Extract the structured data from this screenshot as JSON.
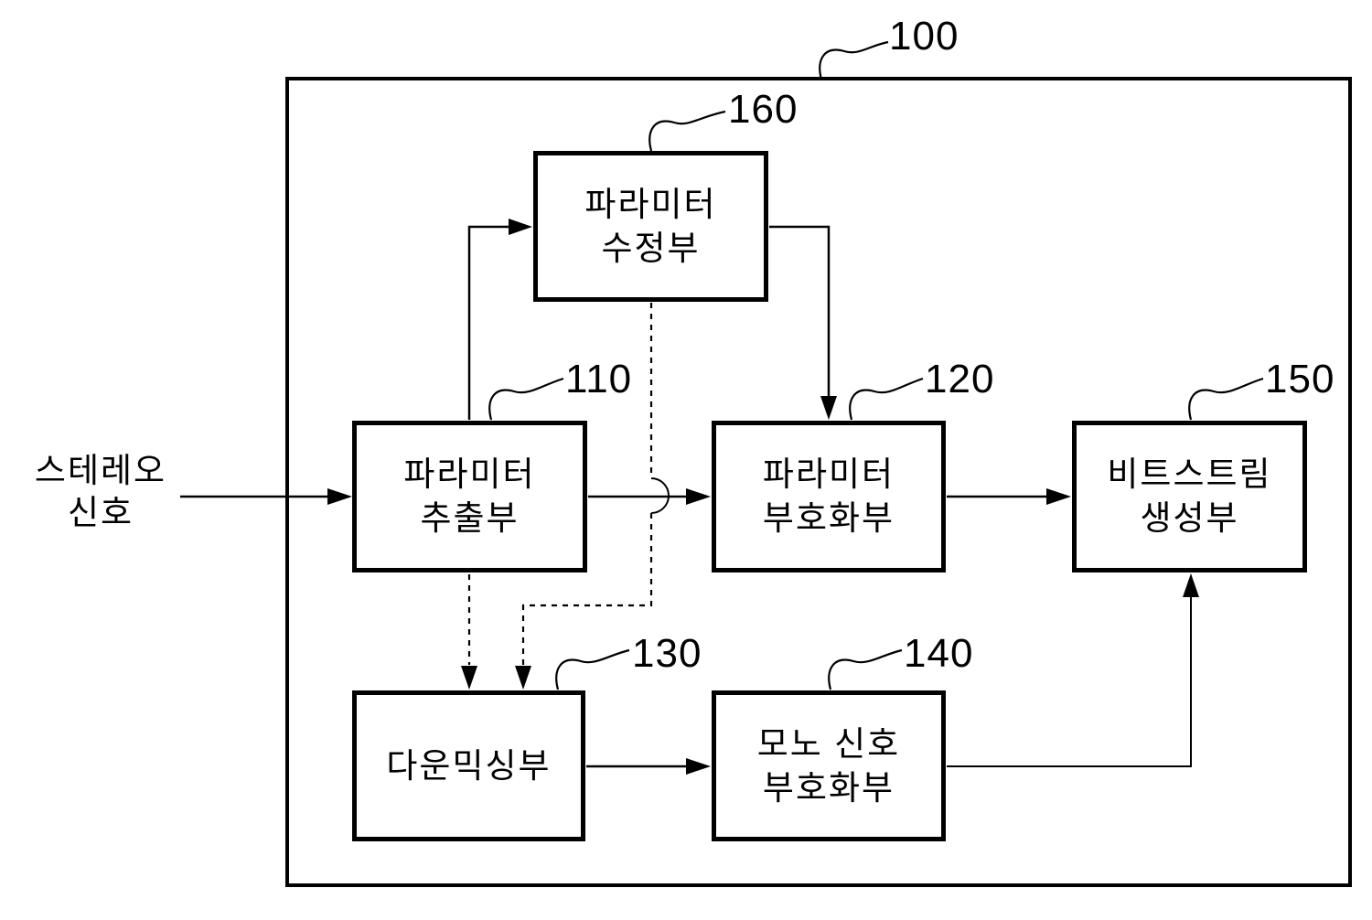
{
  "figure": {
    "ref": "100",
    "input": {
      "line1": "스테레오",
      "line2": "신호"
    }
  },
  "blocks": {
    "parameter_modifier": {
      "ref": "160",
      "line1": "파라미터",
      "line2": "수정부"
    },
    "parameter_extractor": {
      "ref": "110",
      "line1": "파라미터",
      "line2": "추출부"
    },
    "parameter_encoder": {
      "ref": "120",
      "line1": "파라미터",
      "line2": "부호화부"
    },
    "bitstream_generator": {
      "ref": "150",
      "line1": "비트스트림",
      "line2": "생성부"
    },
    "downmixer": {
      "ref": "130",
      "line1": "다운믹싱부"
    },
    "mono_signal_encoder": {
      "ref": "140",
      "line1": "모노 신호",
      "line2": "부호화부"
    }
  },
  "colors": {
    "ink": "#000000",
    "background": "#ffffff"
  }
}
